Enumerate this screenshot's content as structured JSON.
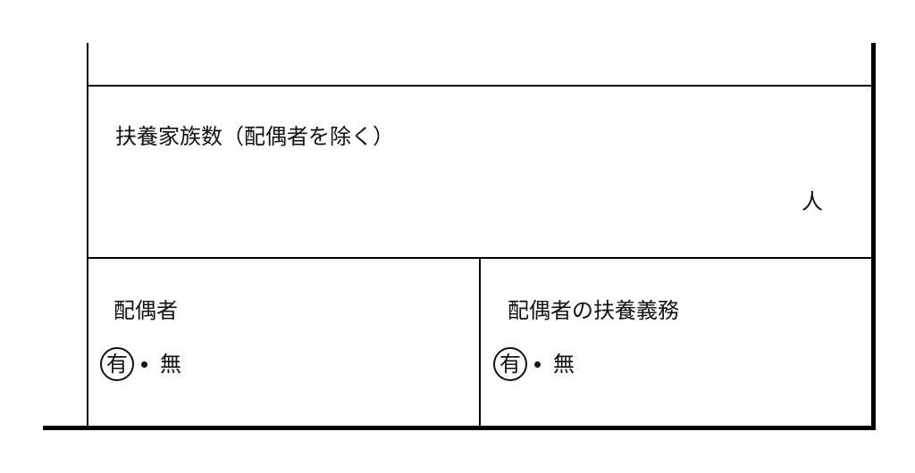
{
  "form": {
    "dependents": {
      "label": "扶養家族数（配偶者を除く）",
      "unit": "人",
      "value": ""
    },
    "spouse": {
      "label": "配偶者",
      "options": [
        "有",
        "無"
      ],
      "separator": "・",
      "selected": "有"
    },
    "spouse_support": {
      "label": "配偶者の扶養義務",
      "options": [
        "有",
        "無"
      ],
      "separator": "・",
      "selected": "有"
    }
  },
  "colors": {
    "ink": "#000000",
    "background": "#ffffff"
  }
}
